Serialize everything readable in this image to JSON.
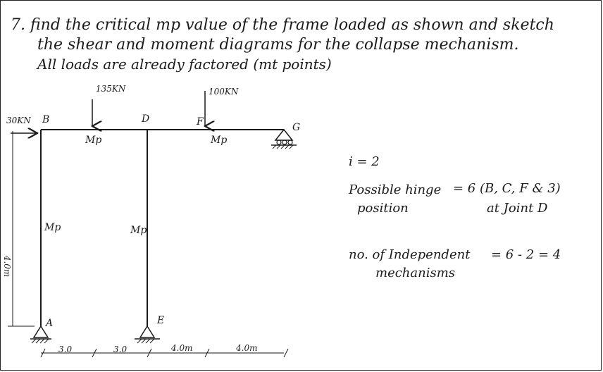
{
  "problem": {
    "line1": "7. find the critical mp value of the frame loaded as shown and sketch",
    "line2": "the shear and moment diagrams for the collapse mechanism.",
    "line3": "All loads are already factored (mt points)"
  },
  "loads": {
    "p1": "135KN",
    "p2": "100KN",
    "h": "30KN"
  },
  "nodes": {
    "A": "A",
    "B": "B",
    "D": "D",
    "E": "E",
    "F": "F",
    "G": "G"
  },
  "members": {
    "beam_bd": "Mp",
    "beam_fg": "Mp",
    "col_ab": "Mp",
    "col_de": "Mp"
  },
  "dims": {
    "height": "4.0m",
    "d1": "3.0",
    "d2": "3.0",
    "d3": "4.0m",
    "d4": "4.0m"
  },
  "solution": {
    "i": "i = 2",
    "hinge_label_1": "Possible hinge",
    "hinge_label_2": "position",
    "hinge_value": "= 6 (B, C, F & 3)",
    "hinge_note": "at Joint D",
    "mech_label_1": "no. of Independent",
    "mech_label_2": "mechanisms",
    "mech_value": "= 6 - 2 = 4"
  }
}
